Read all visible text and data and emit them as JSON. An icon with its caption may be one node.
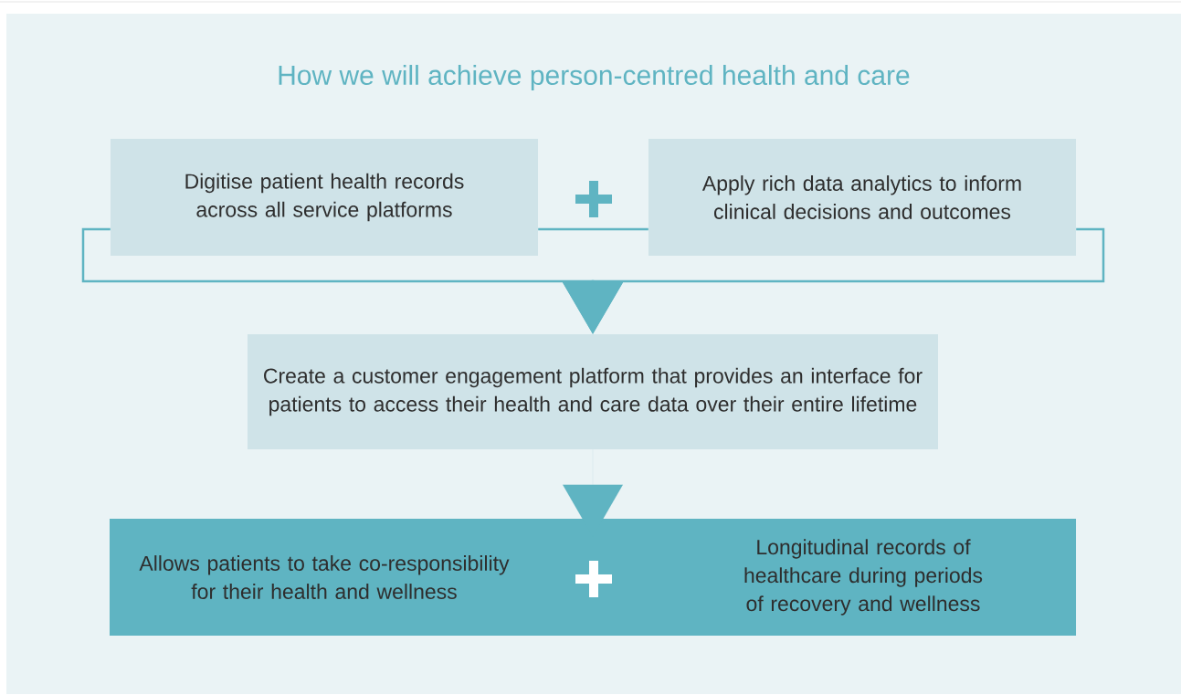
{
  "diagram": {
    "title": "How we will achieve person-centred health and care",
    "nodes": [
      {
        "text": [
          "Digitise patient health records across all service platforms"
        ]
      },
      {
        "text": [
          "Apply rich data analytics to inform clinical decisions and outcomes"
        ]
      },
      {
        "text": [
          "Create a customer engagement platform that provides an interface for patients to access their health and care data over their entire lifetime"
        ]
      },
      {
        "text": [
          "Allows patients to take co-responsibility for their health and wellness",
          "Longitudinal records of healthcare during periods of recovery and wellness"
        ]
      }
    ],
    "edges": [
      {
        "from": 0,
        "to": 1,
        "arrow": "none"
      },
      {
        "from": 0,
        "to": 2,
        "arrow": "to"
      },
      {
        "from": 1,
        "to": 2,
        "arrow": "to"
      },
      {
        "from": 2,
        "to": 3,
        "arrow": "to"
      }
    ]
  }
}
